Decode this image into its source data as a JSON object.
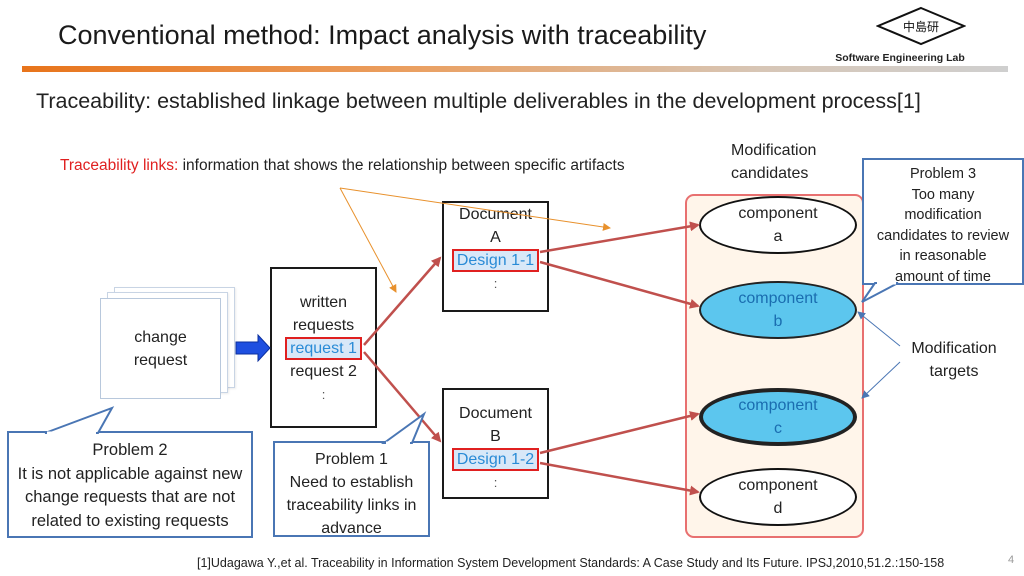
{
  "header": {
    "title": "Conventional method: Impact analysis with traceability",
    "lab_logo_text": "中島研",
    "lab_name": "Software Engineering Lab"
  },
  "subtitle": "Traceability: established linkage between multiple deliverables in the development process[1]",
  "traceability_links": {
    "label": "Traceability links:",
    "description": "information that shows the relationship between specific artifacts"
  },
  "modification_candidates": {
    "line1": "Modification",
    "line2": "candidates"
  },
  "change_request": {
    "line1": "change",
    "line2": "request"
  },
  "written_requests": {
    "line1": "written",
    "line2": "requests",
    "item1": "request 1",
    "item2": "request 2",
    "more": ":"
  },
  "document_a": {
    "line1": "Document",
    "line2": "A",
    "item": "Design 1-1",
    "more": ":"
  },
  "document_b": {
    "line1": "Document",
    "line2": "B",
    "item": "Design 1-2",
    "more": ":"
  },
  "components": [
    {
      "line1": "component",
      "line2": "a"
    },
    {
      "line1": "component",
      "line2": "b"
    },
    {
      "line1": "component",
      "line2": "c"
    },
    {
      "line1": "component",
      "line2": "d"
    }
  ],
  "problem3": {
    "title": "Problem 3",
    "lines": [
      "Too many",
      "modification",
      "candidates to review",
      "in reasonable",
      "amount of time"
    ]
  },
  "problem2": {
    "title": "Problem 2",
    "lines": [
      "It is not applicable against new",
      "change requests that are not",
      "related to existing requests"
    ]
  },
  "problem1": {
    "title": "Problem 1",
    "lines": [
      "Need to establish",
      "traceability links in",
      "advance"
    ]
  },
  "modification_targets": {
    "line1": "Modification",
    "line2": "targets"
  },
  "footnote": "[1]Udagawa Y.,et al. Traceability in Information System Development Standards: A Case Study and Its Future. IPSJ,2010,51.2.:150-158",
  "page_number": "4",
  "colors": {
    "accent_orange": "#e8741b",
    "link_red": "#e02020",
    "highlight_blue": "#2a8bd6",
    "component_fill": "#5cc6ee",
    "callout_border": "#4a76b4",
    "arrow_brown": "#c0504d"
  }
}
